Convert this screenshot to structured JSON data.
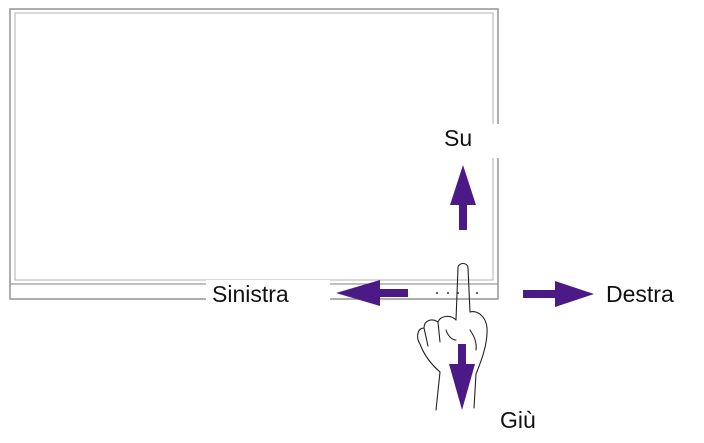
{
  "colors": {
    "arrow": "#4b1a87",
    "outline": "#9a9a9a",
    "line": "#222222"
  },
  "labels": {
    "up": "Su",
    "left": "Sinistra",
    "right": "Destra",
    "down": "Giù"
  }
}
